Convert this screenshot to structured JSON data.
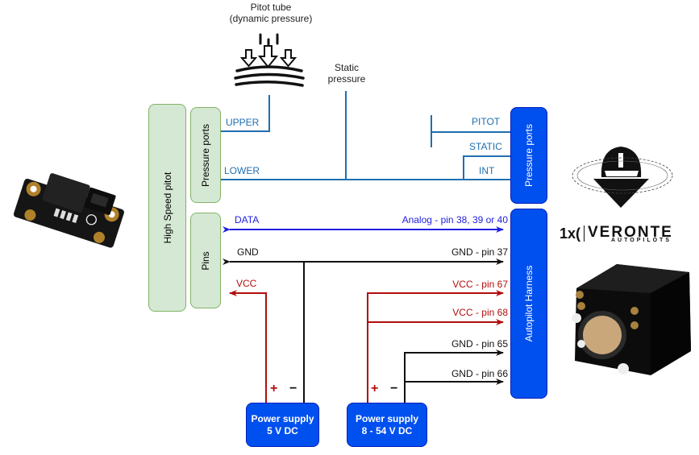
{
  "pitot_source": {
    "line1": "Pitot tube",
    "line2": "(dynamic pressure)"
  },
  "static_source": {
    "line1": "Static",
    "line2": "pressure"
  },
  "sensor": {
    "title": "High Speed pitot",
    "pressure_ports_label": "Pressure ports",
    "pins_label": "Pins",
    "ports": [
      "UPPER",
      "LOWER"
    ],
    "pins": [
      "DATA",
      "GND",
      "VCC"
    ]
  },
  "autopilot": {
    "pressure_ports_label": "Pressure ports",
    "harness_label": "Autopilot Harness",
    "ports": [
      "PITOT",
      "STATIC",
      "INT"
    ],
    "pins": [
      "Analog - pin 38, 39 or 40",
      "GND - pin 37",
      "VCC - pin 67",
      "VCC - pin 68",
      "GND - pin 65",
      "GND - pin 66"
    ]
  },
  "power_supplies": [
    {
      "line1": "Power supply",
      "line2": "5 V DC",
      "plus": "+",
      "minus": "−"
    },
    {
      "line1": "Power supply",
      "line2": "8 - 54 V DC",
      "plus": "+",
      "minus": "−"
    }
  ],
  "logo": {
    "brand": "VERONTE",
    "tagline": "AUTOPILOTS",
    "mark": "1x("
  },
  "colors": {
    "pneumatic": "#1f6fb0",
    "data": "#1f1fe0",
    "ground": "#111111",
    "power": "#b00d0d",
    "sensor_box_fill": "#d5e8d4",
    "sensor_box_stroke": "#82b366",
    "autopilot_box_fill": "#0050ef"
  }
}
